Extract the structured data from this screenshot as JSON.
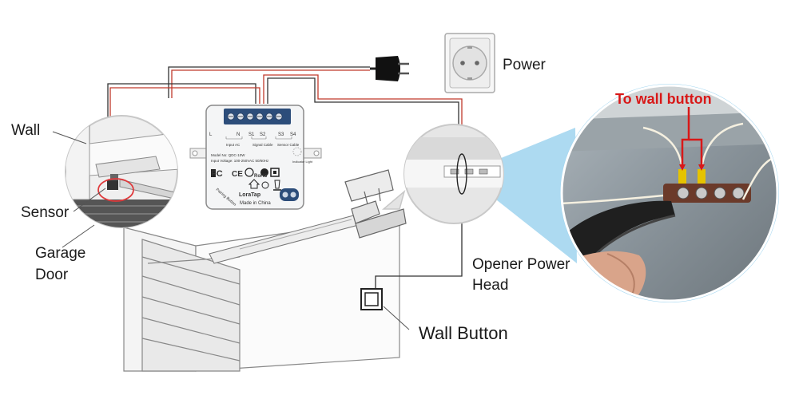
{
  "labels": {
    "wall": "Wall",
    "sensor": "Sensor",
    "garage_door_line1": "Garage",
    "garage_door_line2": "Door",
    "power": "Power",
    "opener_line1": "Opener Power",
    "opener_line2": "Head",
    "wall_button": "Wall Button",
    "to_wall_button": "To wall button"
  },
  "module": {
    "terminals_left": [
      "L",
      "N",
      "S1",
      "S2"
    ],
    "terminals_right": [
      "S3",
      "S4"
    ],
    "input_ac": "Input AC",
    "signal_cable": "Signal Cable",
    "sensor_cable": "Sensor Cable",
    "indicator_light": "Indicator Light",
    "model": "Model No: QDC-10W",
    "input_voltage": "Input Voltage: 100-250VAC 50/60Hz",
    "brand": "LoraTap",
    "made_in": "Made in China",
    "pairing": "Pairing Button",
    "cert_fc": "FC",
    "cert_ce": "CE",
    "cert_rohs": "RoHS"
  },
  "colors": {
    "wire_red": "#c0392b",
    "wire_dark": "#333333",
    "callout_blue": "#9fd4ef",
    "label_red": "#d81818"
  }
}
